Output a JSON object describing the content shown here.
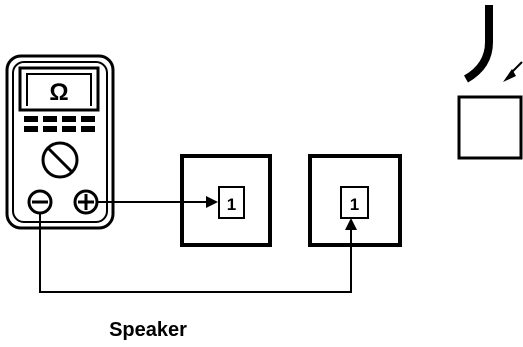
{
  "meter": {
    "display_symbol": "Ω",
    "negative_terminal_symbol": "⊖",
    "positive_terminal_symbol": "⊕"
  },
  "connector_left": {
    "pin_label": "1"
  },
  "connector_right": {
    "pin_label": "1"
  },
  "caption": "Speaker",
  "colors": {
    "ink": "#000000",
    "background": "#ffffff"
  }
}
